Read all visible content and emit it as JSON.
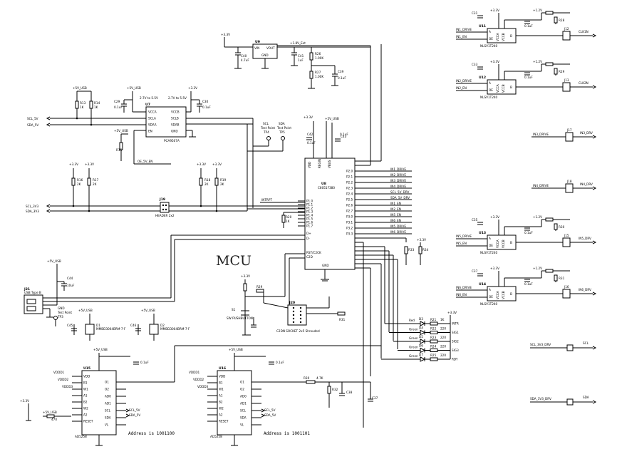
{
  "title": "MCU",
  "rails": {
    "v33": "+3.3V",
    "v12": "+1.2V",
    "vusb": "+5V_USB",
    "v18": "+1.8V_Ext"
  },
  "mcu": {
    "ref": "U8",
    "part": "C8051F380",
    "pins_left": [
      "P1.0",
      "P1.1",
      "P1.2",
      "P1.3",
      "P1.4",
      "P1.5",
      "P1.6",
      "P1.7"
    ],
    "pins_top": [
      "VDD",
      "REGIN",
      "VBUS"
    ],
    "pin_rst": "RST/C2CK",
    "pin_c2d": "C2D",
    "pin_gnd": "GND",
    "pin_dp": "D+",
    "pin_dm": "D-"
  },
  "regulator": {
    "ref": "U9",
    "vin": "VIN",
    "vout": "VOUT",
    "gnd": "GND",
    "part": "1.8V"
  },
  "level_shifter": {
    "ref": "U7",
    "part": "PCA9507A",
    "range_a": "2.7V to 5.5V",
    "range_b": "2.7V to 5.5V",
    "pins_left": [
      "VCCA",
      "SCLA",
      "SDAA",
      "EN"
    ],
    "pins_right": [
      "VCCB",
      "SCLB",
      "SDAB",
      "GND"
    ]
  },
  "buffers": [
    {
      "ref": "U11",
      "part": "NLSV1T240",
      "in": "IN1_DRIVE",
      "en": "IN1_EN",
      "out": "CLK1N",
      "conn": "J12"
    },
    {
      "ref": "U12",
      "part": "NLSV1T240",
      "in": "IN2_DRIVE",
      "en": "IN2_EN",
      "out": "CLK2N",
      "conn": "J13"
    },
    {
      "ref": "U13",
      "part": "NLSV1T240",
      "in": "IN5_DRIVE",
      "en": "IN5_EN",
      "out": "IN5_DRV",
      "conn": "J15"
    },
    {
      "ref": "U14",
      "part": "NLSV1T240",
      "in": "IN6_DRIVE",
      "en": "IN6_EN",
      "out": "IN6_DRV",
      "conn": "J16"
    }
  ],
  "buffer_pins": [
    "A",
    "OE",
    "VCCA",
    "VCCB",
    "B"
  ],
  "simple_drives": [
    {
      "net": "IN3_DRIVE",
      "conn": "J17",
      "out": "IN3_DRV"
    },
    {
      "net": "IN4_DRIVE",
      "conn": "J18",
      "out": "IN4_DRV"
    }
  ],
  "mcu_nets_right": [
    "IN1_DRIVE",
    "IN2_DRIVE",
    "IN3_DRIVE",
    "IN4_DRIVE",
    "SCL_5V_DRV",
    "SDA_5V_DRV",
    "IN1_EN",
    "IN2_EN",
    "IN5_EN",
    "IN6_EN",
    "IN5_DRIVE",
    "IN6_DRIVE"
  ],
  "nets": {
    "scl5v": "SCL_5V",
    "sda5v": "SDA_5V",
    "scl33": "SCL_3V3",
    "sda33": "SDA_3V3",
    "interrupt": "INTRPT",
    "oe": "OE_5V_EN",
    "scl_drv": "SCL_3V3_DRV",
    "sda_drv": "SDA_3V3_DRV",
    "scl_out": "SCL",
    "sda_out": "SDA"
  },
  "testpoints": [
    {
      "name": "SCL",
      "label": "Test Point",
      "ref": "TP4"
    },
    {
      "name": "SDA",
      "label": "Test Point",
      "ref": "TP5"
    },
    {
      "name": "GND",
      "label": "Test Point",
      "ref": "TP3"
    }
  ],
  "header_small": {
    "ref": "J19",
    "part": "HEADER 2x2"
  },
  "usb": {
    "ref": "J21",
    "part": "USB Type B"
  },
  "esd": [
    {
      "ref": "D1",
      "part": "MMBD3004BRM-7-F"
    },
    {
      "ref": "D2",
      "part": "MMBD3004BRM-7-F"
    }
  ],
  "debug": {
    "ref": "J20",
    "part": "C2DN SOCKET 2x5 Shrouded",
    "switch": "SW PUSHBUTTON",
    "switch_ref": "S1"
  },
  "leds": [
    {
      "color": "Red",
      "ref": "D3",
      "res": "R21",
      "value": "1K",
      "net": "INTR"
    },
    {
      "color": "Green",
      "ref": "D4",
      "res": "R22",
      "value": "220",
      "net": "SIG1"
    },
    {
      "color": "Green",
      "ref": "D5",
      "res": "R23",
      "value": "220",
      "net": "SIG2"
    },
    {
      "color": "Green",
      "ref": "D6",
      "res": "R24",
      "value": "220",
      "net": "SIG3"
    },
    {
      "color": "Green",
      "ref": "D7",
      "res": "R25",
      "value": "220",
      "net": "RDY"
    }
  ],
  "adcs": [
    {
      "ref": "U15",
      "part": "AD5258",
      "address": "Address is 1001100"
    },
    {
      "ref": "U16",
      "part": "AD5258",
      "address": "Address is 1001101"
    }
  ],
  "adc_pins_left": [
    "VDD",
    "B1",
    "W1",
    "A1",
    "B2",
    "W2",
    "A2",
    "RESET"
  ],
  "adc_pins_right": [
    "O1",
    "O2",
    "AD0",
    "AD1",
    "SCL",
    "SDA",
    "VL"
  ],
  "adc_rails": [
    "VDDD1",
    "VDDD2",
    "VDDD3"
  ],
  "components": {
    "caps": [
      "C29",
      "C30",
      "C31",
      "C32",
      "C33",
      "C34",
      "C35",
      "C36",
      "C37",
      "C38",
      "C39",
      "C40",
      "C41",
      "C42",
      "C43",
      "C44",
      "C45",
      "C46"
    ],
    "cap_values": [
      "0.1uF",
      "1uF",
      "4.7uF",
      "10uF"
    ],
    "res": [
      "R13",
      "R14",
      "R15",
      "R16",
      "R17",
      "R18",
      "R19",
      "R20",
      "R26",
      "R27",
      "R28",
      "R29",
      "R30",
      "R31",
      "R32",
      "R33",
      "R34"
    ],
    "res_values": [
      "10K",
      "1K",
      "2K",
      "100K",
      "470",
      "4.7K",
      "1.00K",
      "0"
    ]
  }
}
